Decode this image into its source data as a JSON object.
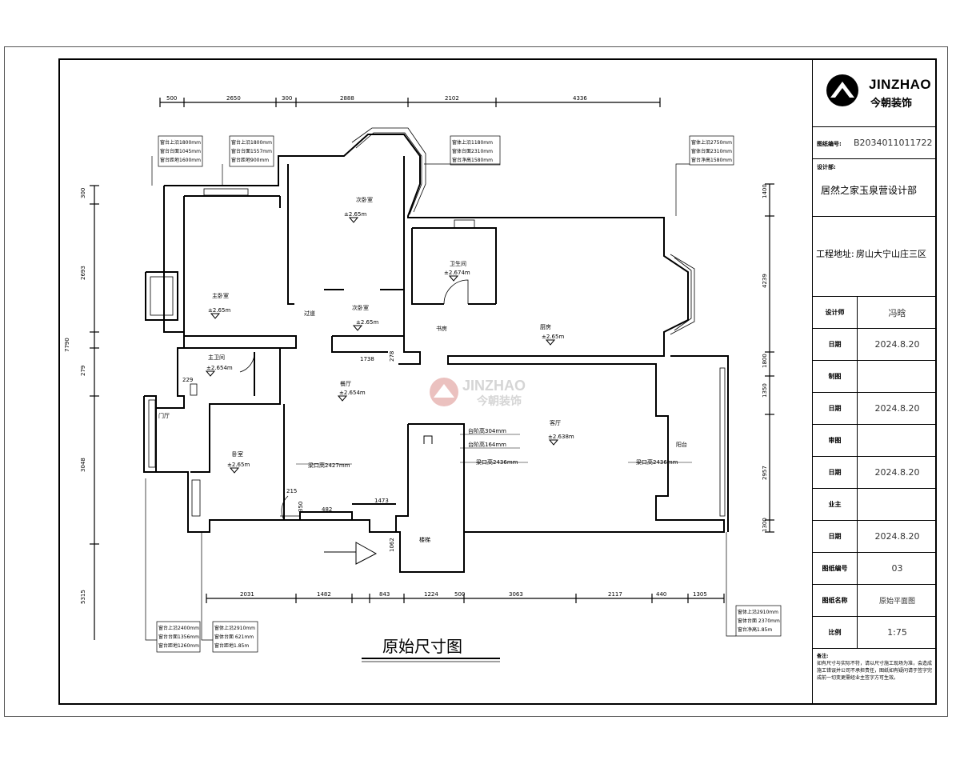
{
  "title": "原始尺寸图",
  "brand": {
    "name_en": "JINZHAO",
    "name_cn": "今朝装饰"
  },
  "title_block": {
    "code_label": "图纸编号:",
    "code_value": "B2034011011722",
    "design_dept_label": "设计部:",
    "design_dept_value": "居然之家玉泉营设计部",
    "site_label": "工程地址:",
    "site_value": "房山大宁山庄三区",
    "rows": [
      {
        "key": "设计师",
        "value": "冯晗"
      },
      {
        "key": "日期",
        "value": "2024.8.20"
      },
      {
        "key": "制图",
        "value": ""
      },
      {
        "key": "日期",
        "value": "2024.8.20"
      },
      {
        "key": "审图",
        "value": ""
      },
      {
        "key": "日期",
        "value": "2024.8.20"
      },
      {
        "key": "业主",
        "value": ""
      },
      {
        "key": "日期",
        "value": "2024.8.20"
      },
      {
        "key": "图纸编号",
        "value": "03"
      },
      {
        "key": "图纸名称",
        "value": "原始平面图"
      },
      {
        "key": "比例",
        "value": "1:75"
      }
    ],
    "notes_label": "备注:",
    "notes_text": "如有尺寸与实际不符，请以尺寸施工现场为准，会造成施工错误并公司不承担责任，图纸如有疑问请于签字完成前一切变更需经业主签字方可生效。"
  },
  "plan": {
    "top_dims": [
      "500",
      "2650",
      "300",
      "2888",
      "2102",
      "4336"
    ],
    "bottom_dims": [
      "2031",
      "1482",
      "843",
      "1224",
      "500",
      "3063",
      "2117",
      "440",
      "1305"
    ],
    "left_dims": [
      "300",
      "2693",
      "7790",
      "279",
      "3048",
      "5315"
    ],
    "right_dims": [
      "1400",
      "4239",
      "1800",
      "1350",
      "2957",
      "1300"
    ],
    "rooms": [
      {
        "name": "次卧室",
        "level": "±2.65m"
      },
      {
        "name": "卫生间",
        "level": "±2.674m"
      },
      {
        "name": "次卧室",
        "level": "±2.65m"
      },
      {
        "name": "过道",
        "level": ""
      },
      {
        "name": "主卧室",
        "level": "±2.65m"
      },
      {
        "name": "主卫间",
        "level": "±2.654m"
      },
      {
        "name": "餐厅",
        "level": "±2.654m"
      },
      {
        "name": "厨房",
        "level": "±2.65m"
      },
      {
        "name": "卧室",
        "level": "±2.65m"
      },
      {
        "name": "客厅",
        "level": "±2.638m"
      },
      {
        "name": "阳台",
        "level": ""
      },
      {
        "name": "楼梯",
        "level": ""
      },
      {
        "name": "书房",
        "level": ""
      },
      {
        "name": "门厅",
        "level": ""
      }
    ],
    "notes": {
      "window_a": [
        "窗台上沿1800mm",
        "窗台台面1045mm",
        "窗台距地1600mm"
      ],
      "window_b": [
        "窗台上沿1800mm",
        "窗台台面1557mm",
        "窗台距地900mm"
      ],
      "window_c": [
        "窗体上沿1180mm",
        "窗体台面2310mm",
        "窗台净高1580mm"
      ],
      "window_d": [
        "窗体上沿2750mm",
        "窗体台面2310mm",
        "窗台净高1580mm"
      ],
      "window_e": [
        "窗台上沿2400mm",
        "窗台台面1356mm",
        "窗台距地1260mm"
      ],
      "window_f": [
        "窗体上沿2910mm",
        "窗体台面 621mm",
        "窗台距地1.85m"
      ],
      "window_g": [
        "窗体上沿2910mm",
        "窗体台面 2370mm",
        "窗台净高1.85m"
      ]
    },
    "step_labels": [
      "台阶高304mm",
      "台阶高164mm"
    ],
    "beam_labels": [
      "梁口高2427mm",
      "梁口高2436mm",
      "梁口高2436mm"
    ],
    "dim_labels": [
      "1738",
      "229",
      "215",
      "482",
      "1473",
      "1062",
      "278",
      "350"
    ],
    "watermark": {
      "name_en": "JINZHAO",
      "name_cn": "今朝装饰"
    }
  },
  "colors": {
    "line": "#000000",
    "accent": "#c8504a"
  }
}
